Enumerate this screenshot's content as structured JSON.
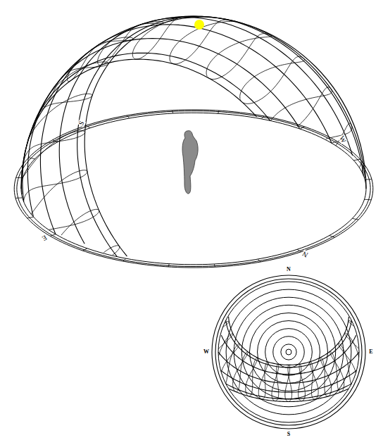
{
  "diagram": {
    "labels": [
      "S",
      "W",
      "E",
      "N",
      "N",
      "W",
      "E",
      "S"
    ]
  }
}
